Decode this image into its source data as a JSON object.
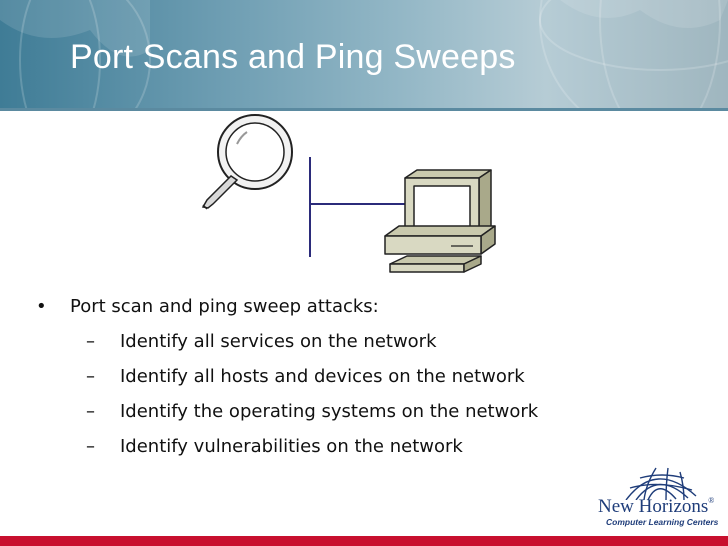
{
  "slide": {
    "title": "Port Scans and Ping Sweeps"
  },
  "bullets": {
    "main": "Port scan and ping sweep attacks:",
    "mark": "•",
    "dash": "–",
    "items": [
      "Identify all services on the network",
      "Identify all hosts and devices on the network",
      "Identify the operating systems on the network",
      "Identify vulnerabilities on the network"
    ]
  },
  "logo": {
    "name": "New Horizons",
    "tagline": "Computer Learning Centers"
  },
  "colors": {
    "header": "#5b8aa0",
    "accent_bar": "#c8102e",
    "logo_blue": "#1f3d7a"
  },
  "icons": [
    "magnifying-glass-icon",
    "desktop-computer-icon",
    "globe-decoration"
  ]
}
